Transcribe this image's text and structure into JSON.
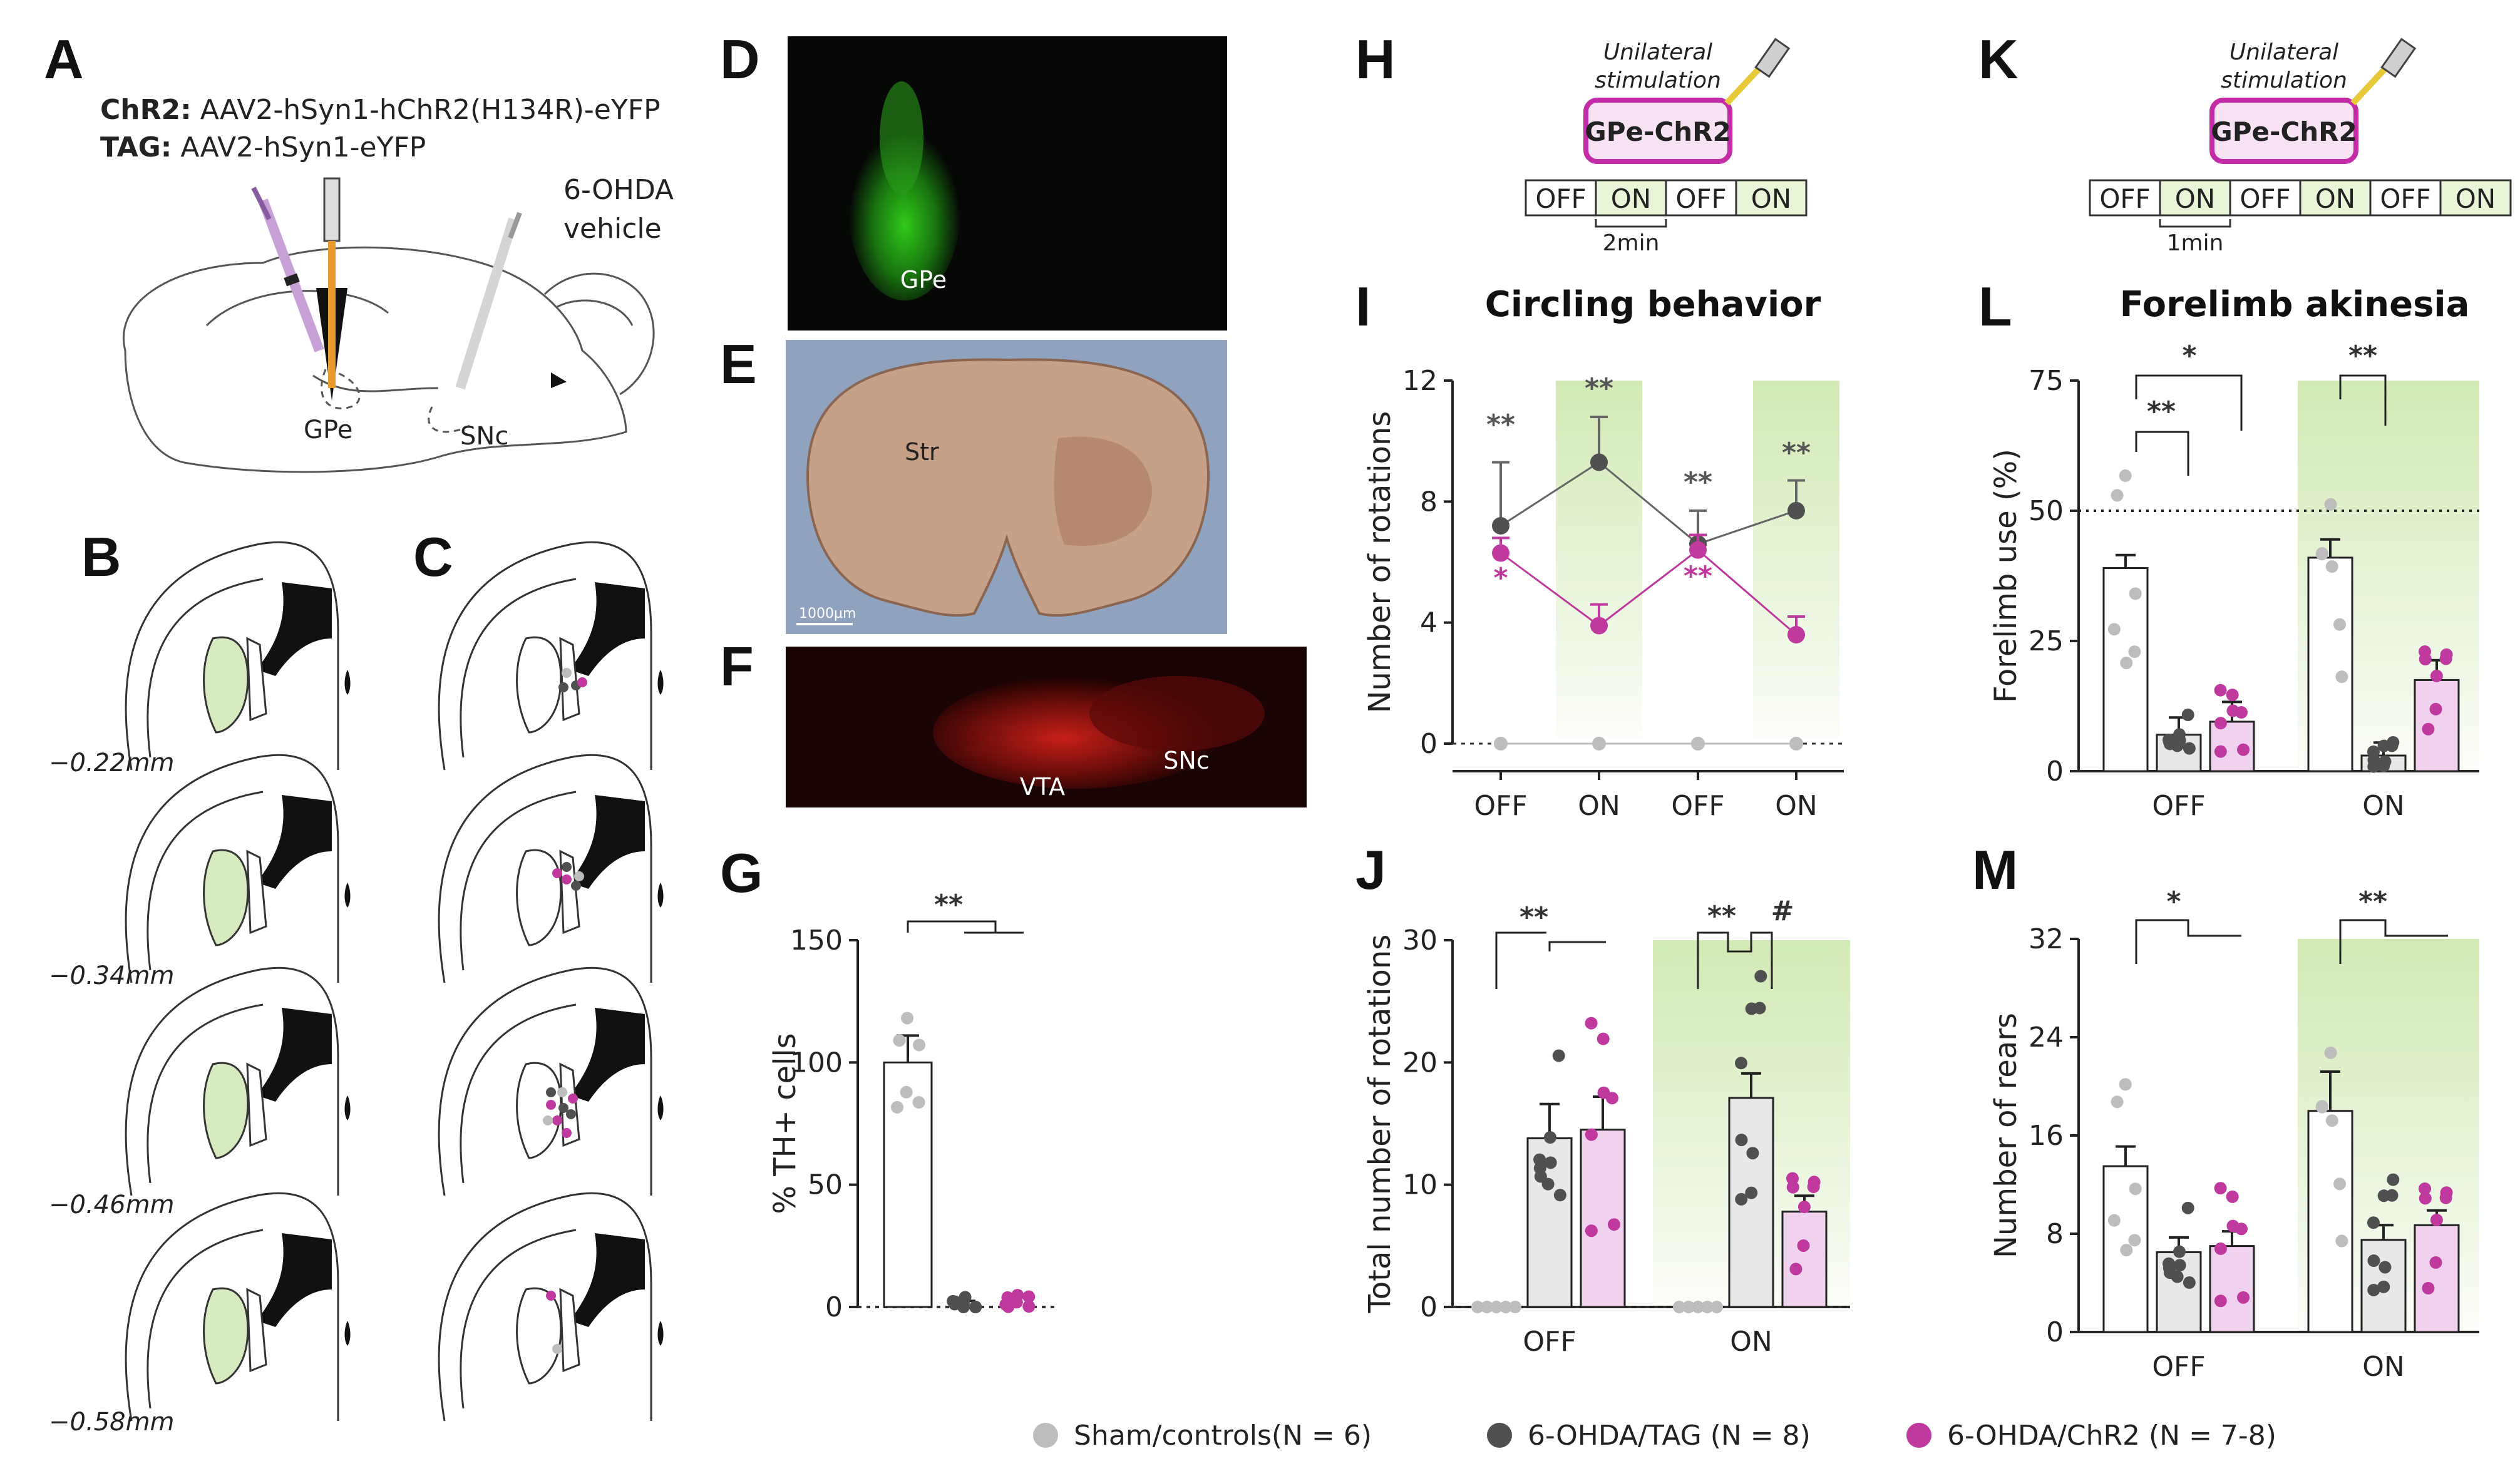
{
  "colors": {
    "sham": "#bdbdbd",
    "tag": "#505050",
    "chr2": "#c0399f",
    "chr2_fill": "#f0d2ee",
    "tag_fill": "#e8e8e8",
    "on_green": "#cfe8b0",
    "chr2_box": "#c32ca6"
  },
  "panels": {
    "A": {
      "label": "A",
      "chr2_key": "ChR2:",
      "chr2_val": " AAV2-hSyn1-hChR2(H134R)-eYFP",
      "tag_key": "TAG:",
      "tag_val": " AAV2-hSyn1-eYFP",
      "ohda1": "6-OHDA",
      "ohda2": "vehicle",
      "gpe": "GPe",
      "snc": "SNc"
    },
    "B": {
      "label": "B"
    },
    "C": {
      "label": "C"
    },
    "levels": [
      "−0.22mm",
      "−0.34mm",
      "−0.46mm",
      "−0.58mm"
    ],
    "D": {
      "label": "D",
      "text": "GPe"
    },
    "E": {
      "label": "E",
      "str": "Str",
      "scale": "1000µm"
    },
    "F": {
      "label": "F",
      "vta": "VTA",
      "snc": "SNc"
    },
    "H": {
      "label": "H",
      "stim1": "Unilateral",
      "stim2": "stimulation",
      "box": "GPe-ChR2",
      "seq": [
        "OFF",
        "ON",
        "OFF",
        "ON"
      ],
      "scale": "2min"
    },
    "K": {
      "label": "K",
      "stim1": "Unilateral",
      "stim2": "stimulation",
      "box": "GPe-ChR2",
      "seq": [
        "OFF",
        "ON",
        "OFF",
        "ON",
        "OFF",
        "ON"
      ],
      "scale": "1min"
    },
    "I": {
      "label": "I",
      "title": "Circling behavior"
    },
    "L": {
      "label": "L",
      "title": "Forelimb akinesia"
    },
    "G": {
      "label": "G"
    },
    "J": {
      "label": "J"
    },
    "M": {
      "label": "M"
    }
  },
  "legend": [
    {
      "label": "Sham/controls(N = 6)",
      "color": "#bdbdbd"
    },
    {
      "label": "6-OHDA/TAG (N = 8)",
      "color": "#505050"
    },
    {
      "label": "6-OHDA/ChR2 (N = 7-8)",
      "color": "#c0399f"
    }
  ],
  "chart_data": [
    {
      "panel": "G",
      "type": "bar",
      "ylabel": "% TH+ cells",
      "ylim": [
        0,
        150
      ],
      "yticks": [
        0,
        50,
        100,
        150
      ],
      "series": [
        {
          "group": "Sham",
          "mean": 100,
          "sem": 11
        },
        {
          "group": "6-OHDA/TAG",
          "mean": 1,
          "sem": 1.5
        },
        {
          "group": "6-OHDA/ChR2",
          "mean": 2.5,
          "sem": 2
        }
      ],
      "significance": [
        "**"
      ]
    },
    {
      "panel": "I",
      "type": "line",
      "ylabel": "Number of rotations",
      "ylim": [
        0,
        12
      ],
      "yticks": [
        0,
        4,
        8,
        12
      ],
      "categories": [
        "OFF",
        "ON",
        "OFF",
        "ON"
      ],
      "series": [
        {
          "group": "Sham",
          "values": [
            0,
            0,
            0,
            0
          ]
        },
        {
          "group": "6-OHDA/TAG",
          "values": [
            7.2,
            9.3,
            6.6,
            7.7
          ],
          "sem": [
            2.1,
            1.5,
            1.1,
            1.0
          ]
        },
        {
          "group": "6-OHDA/ChR2",
          "values": [
            6.3,
            3.9,
            6.4,
            3.6
          ],
          "sem": [
            0.5,
            0.7,
            0.5,
            0.6
          ]
        }
      ],
      "significance": [
        "**",
        "**",
        "**",
        "**",
        "*",
        "**"
      ]
    },
    {
      "panel": "J",
      "type": "bar",
      "ylabel": "Total number of rotations",
      "ylim": [
        0,
        30
      ],
      "yticks": [
        0,
        10,
        20,
        30
      ],
      "categories": [
        "OFF",
        "ON"
      ],
      "series": [
        {
          "group": "Sham",
          "values": [
            0,
            0
          ]
        },
        {
          "group": "6-OHDA/TAG",
          "values": [
            13.8,
            17.1
          ],
          "sem": [
            2.8,
            2.0
          ]
        },
        {
          "group": "6-OHDA/ChR2",
          "values": [
            14.5,
            7.8
          ],
          "sem": [
            2.7,
            1.3
          ]
        }
      ],
      "significance": [
        "**",
        "**",
        "#"
      ]
    },
    {
      "panel": "L",
      "type": "bar",
      "ylabel": "Forelimb use (%)",
      "ylim": [
        0,
        75
      ],
      "yticks": [
        0,
        25,
        50,
        75
      ],
      "reference_line": 50,
      "categories": [
        "OFF",
        "ON"
      ],
      "series": [
        {
          "group": "Sham",
          "values": [
            39,
            41
          ],
          "sem": [
            2.5,
            3.5
          ]
        },
        {
          "group": "6-OHDA/TAG",
          "values": [
            7,
            3
          ],
          "sem": [
            3.3,
            2.5
          ]
        },
        {
          "group": "6-OHDA/ChR2",
          "values": [
            9.5,
            17.5
          ],
          "sem": [
            3.8,
            3.8
          ]
        }
      ],
      "significance": [
        "**",
        "*",
        "**"
      ]
    },
    {
      "panel": "M",
      "type": "bar",
      "ylabel": "Number of rears",
      "ylim": [
        0,
        32
      ],
      "yticks": [
        0,
        8,
        16,
        24,
        32
      ],
      "categories": [
        "OFF",
        "ON"
      ],
      "series": [
        {
          "group": "Sham",
          "values": [
            13.5,
            18
          ],
          "sem": [
            1.6,
            3.2
          ]
        },
        {
          "group": "6-OHDA/TAG",
          "values": [
            6.5,
            7.5
          ],
          "sem": [
            1.2,
            1.2
          ]
        },
        {
          "group": "6-OHDA/ChR2",
          "values": [
            7,
            8.7
          ],
          "sem": [
            1.2,
            1.2
          ]
        }
      ],
      "significance": [
        "*",
        "**"
      ]
    }
  ]
}
